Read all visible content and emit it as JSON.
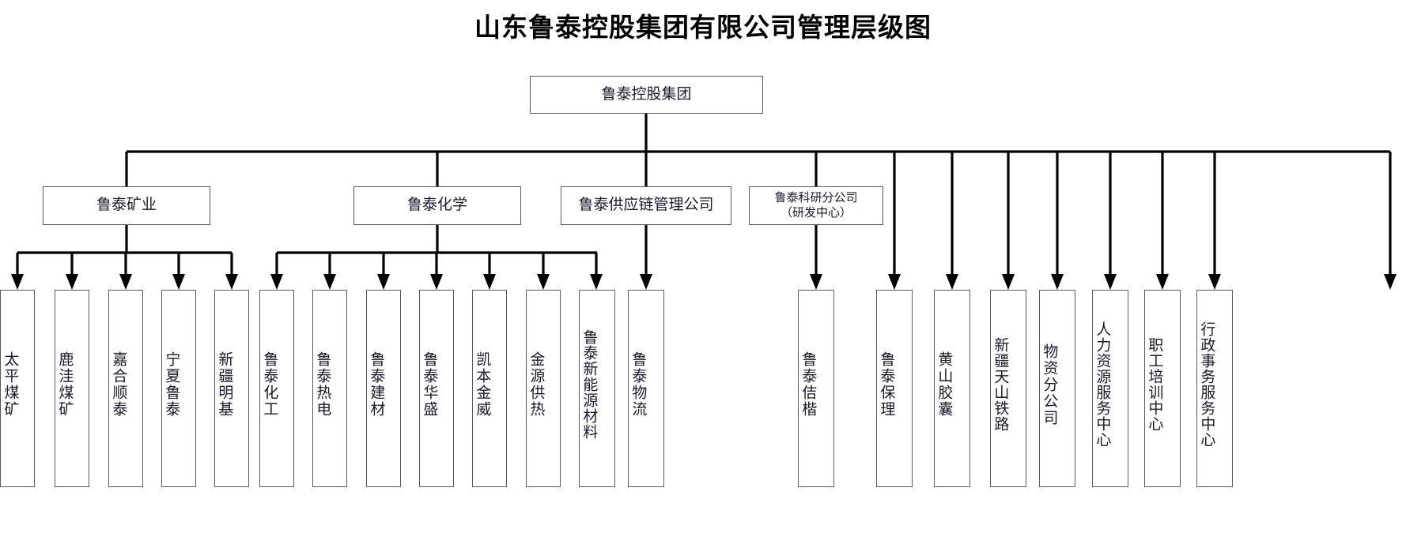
{
  "title": "山东鲁泰控股集团有限公司管理层级图",
  "root": {
    "label": "鲁泰控股集团"
  },
  "divisions": [
    {
      "id": "mining",
      "label": "鲁泰矿业"
    },
    {
      "id": "chemical",
      "label": "鲁泰化学"
    },
    {
      "id": "supply",
      "label": "鲁泰供应链管理公司"
    },
    {
      "id": "research",
      "label": "鲁泰科研分公司",
      "sublabel": "（研发中心）"
    }
  ],
  "mining_units": [
    {
      "label": "太平煤矿"
    },
    {
      "label": "鹿洼煤矿"
    },
    {
      "label": "嘉合顺泰"
    },
    {
      "label": "宁夏鲁泰"
    },
    {
      "label": "新疆明基"
    }
  ],
  "chemical_units": [
    {
      "label": "鲁泰化工"
    },
    {
      "label": "鲁泰热电"
    },
    {
      "label": "鲁泰建材"
    },
    {
      "label": "鲁泰华盛"
    },
    {
      "label": "凯本金威"
    },
    {
      "label": "金源供热"
    },
    {
      "label": "鲁泰新能源材料"
    }
  ],
  "supply_units": [
    {
      "label": "鲁泰物流"
    }
  ],
  "research_units": [
    {
      "label": "鲁泰佶楷"
    }
  ],
  "direct_units": [
    {
      "label": "鲁泰保理"
    },
    {
      "label": "黄山胶囊"
    },
    {
      "label": "新疆天山铁路"
    },
    {
      "label": "物资分公司"
    },
    {
      "label": "人力资源服务中心"
    },
    {
      "label": "职工培训中心"
    },
    {
      "label": "行政事务服务中心"
    }
  ],
  "colors": {
    "box_border": "#55585f",
    "text": "#1a1a2e",
    "wire": "#000000",
    "background": "#ffffff"
  }
}
